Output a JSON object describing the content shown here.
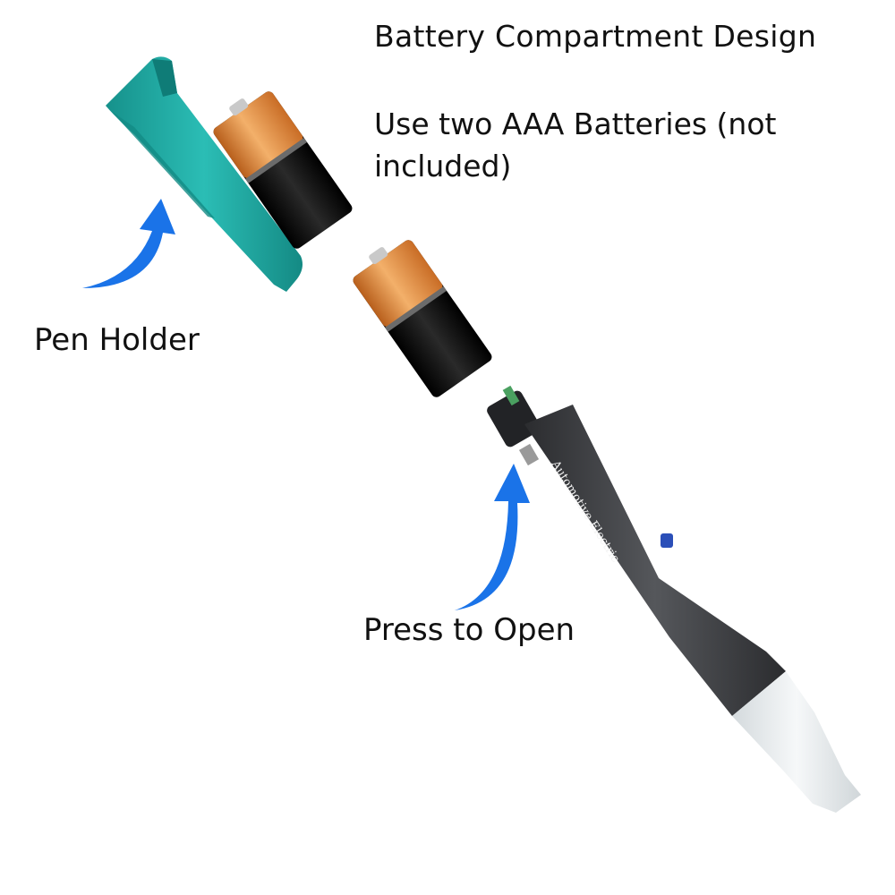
{
  "heading": "Battery Compartment Design",
  "subheading": "Use two AAA Batteries (not included)",
  "labels": {
    "pen_holder": "Pen Holder",
    "press_to_open": "Press to Open"
  },
  "pen": {
    "brand_text": "Automotive Electric"
  },
  "battery_count": 2,
  "colors": {
    "clip": "#1ea7a0",
    "arrow": "#1a73e8",
    "battery_cap": "#e08a3a",
    "battery_body": "#0d0d0d",
    "pen_body": "#3e3f42",
    "pen_tip": "#e9eef1"
  },
  "icons": {
    "arrow": "curved-arrow-icon"
  }
}
